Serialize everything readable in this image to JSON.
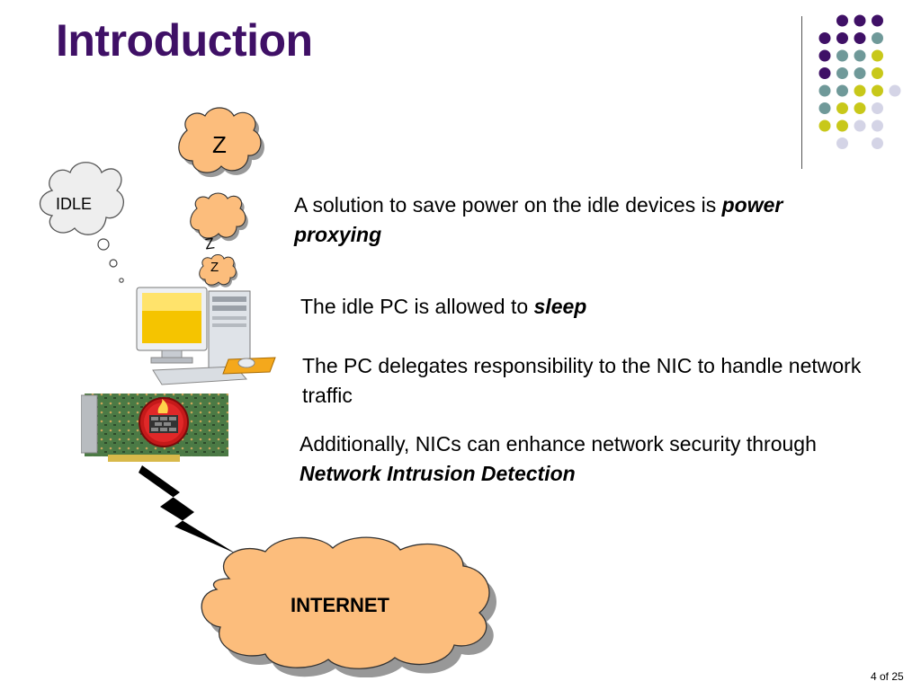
{
  "slide": {
    "title": "Introduction",
    "page_number": "4 of 25"
  },
  "bullets": [
    {
      "text": "A solution to save power on the idle devices is ",
      "emphasis": "power proxying"
    },
    {
      "text": "The idle PC is allowed to ",
      "emphasis": "sleep"
    },
    {
      "text": "The PC delegates responsibility to the NIC to handle network traffic",
      "emphasis": ""
    },
    {
      "text": "Additionally, NICs can enhance network security through ",
      "emphasis": "Network Intrusion Detection"
    }
  ],
  "diagram": {
    "idle_bubble": "IDLE",
    "sleep_z_large": "Z",
    "sleep_z_medium": "Z",
    "sleep_z_small": "Z",
    "internet_cloud": "INTERNET"
  },
  "colors": {
    "title": "#3f1066",
    "cloud_fill": "#fcbd7c",
    "idle_cloud_fill": "#eeeeee",
    "dot_purple": "#3f1066",
    "dot_teal": "#6f9999",
    "dot_yellow": "#c8c81a",
    "dot_lavender": "#d4d4e6"
  }
}
